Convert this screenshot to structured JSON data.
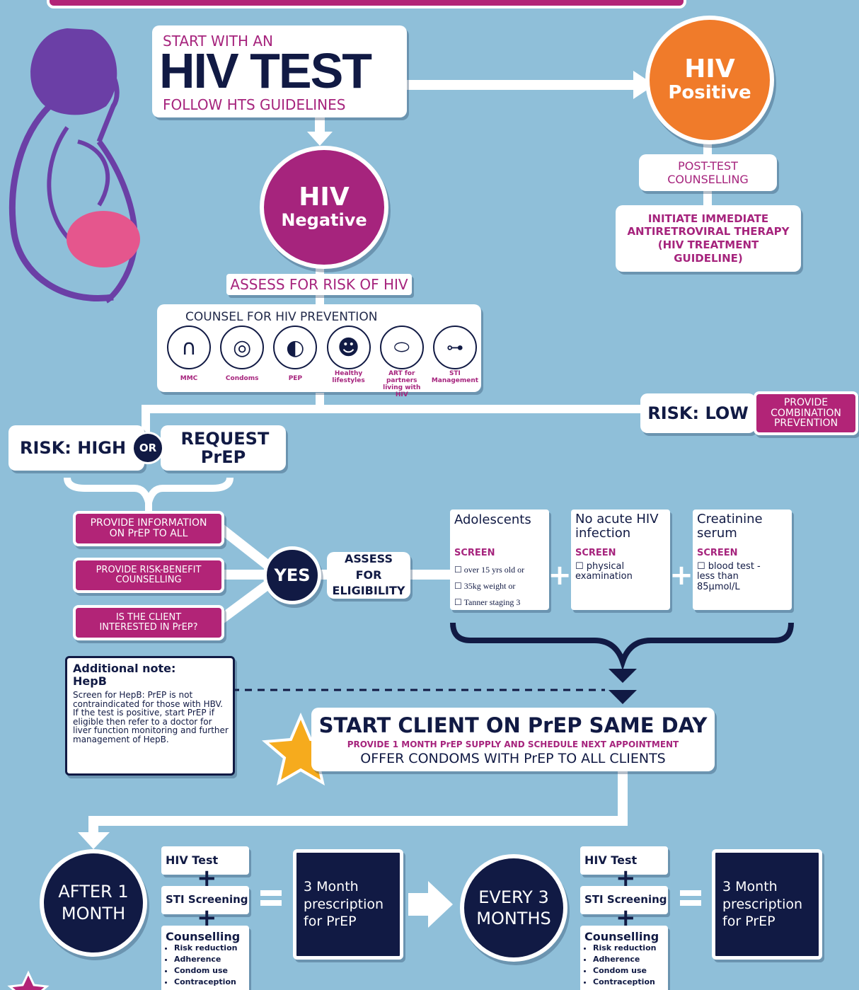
{
  "start_box": {
    "line1": "START WITH AN",
    "big": "HIV TEST",
    "line2": "FOLLOW HTS GUIDELINES"
  },
  "positive": {
    "line1": "HIV",
    "line2": "Positive",
    "post_test": "POST-TEST COUNSELLING",
    "initiate": "INITIATE IMMEDIATE ANTIRETROVIRAL THERAPY (HIV TREATMENT GUIDELINE)"
  },
  "negative": {
    "line1": "HIV",
    "line2": "Negative",
    "assess": "ASSESS FOR RISK OF HIV"
  },
  "prevention": {
    "title": "COUNSEL FOR HIV PREVENTION",
    "items": [
      "MMC",
      "Condoms",
      "PEP",
      "Healthy lifestyles",
      "ART for partners living with HIV",
      "STI Management"
    ]
  },
  "risk": {
    "low": "RISK: LOW",
    "combination": "PROVIDE COMBINATION PREVENTION",
    "high": "RISK: HIGH",
    "or": "OR",
    "request": "REQUEST PrEP"
  },
  "steps": [
    "PROVIDE INFORMATION ON PrEP TO ALL",
    "PROVIDE RISK-BENEFIT COUNSELLING",
    "IS THE CLIENT INTERESTED IN PrEP?"
  ],
  "yes": "YES",
  "eligibility": "ASSESS FOR ELIGIBILITY",
  "screens": {
    "label": "SCREEN",
    "adolescents": {
      "title": "Adolescents",
      "items": [
        "over 15 yrs old or",
        "35kg weight or",
        "Tanner staging 3"
      ]
    },
    "acute": {
      "title": "No acute HIV infection",
      "items": [
        "physical examination"
      ]
    },
    "creatinine": {
      "title": "Creatinine serum",
      "items": [
        "blood test - less than 85µmol/L"
      ]
    }
  },
  "note": {
    "title": "Additional note: HepB",
    "body": "Screen for HepB: PrEP is not contraindicated for those with HBV. If the test is positive, start PrEP if eligible then refer to a doctor for liver function monitoring and further management of HepB."
  },
  "start_client": {
    "title": "START CLIENT ON PrEP SAME DAY",
    "sub1": "PROVIDE 1 MONTH PrEP SUPPLY AND SCHEDULE NEXT APPOINTMENT",
    "sub2": "OFFER CONDOMS WITH PrEP TO ALL CLIENTS"
  },
  "followup": {
    "after": "AFTER 1 MONTH",
    "every": "EVERY 3 MONTHS",
    "hiv_test": "HIV Test",
    "sti": "STI Screening",
    "counselling": "Counselling",
    "counselling_items": [
      "Risk reduction",
      "Adherence",
      "Condom use",
      "Contraception"
    ],
    "prescription": "3 Month prescription for PrEP"
  },
  "colors": {
    "background": "#8fbfd9",
    "navy": "#111a44",
    "magenta": "#a6247d",
    "orange": "#f07b2a",
    "gold": "#f6ab1d"
  }
}
